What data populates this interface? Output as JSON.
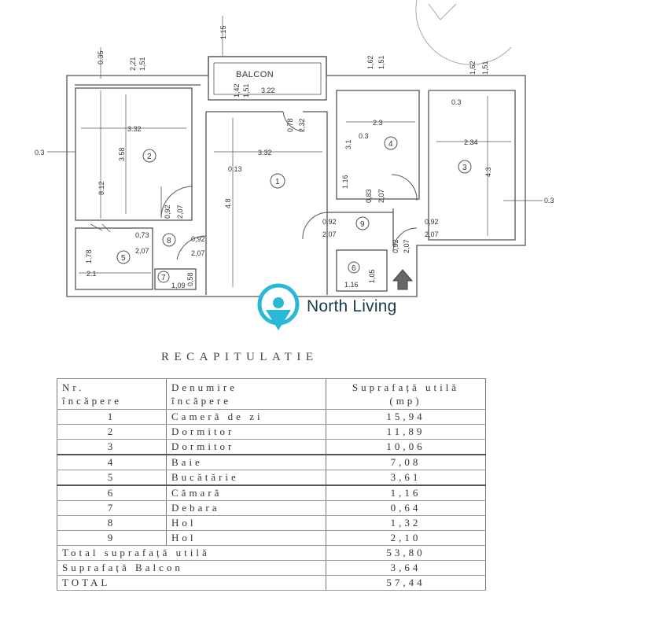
{
  "brand": {
    "name": "North Living",
    "color": "#29b8d8"
  },
  "floor_plan": {
    "balcony_label": "BALCON",
    "room_numbers": [
      "1",
      "2",
      "3",
      "4",
      "5",
      "6",
      "7",
      "8",
      "9"
    ],
    "dimensions": {
      "d221": "2,21",
      "d151a": "1,51",
      "d035": "0.35",
      "d115": "1.15",
      "d162a": "1,62",
      "d151b": "1,51",
      "d162b": "1,62",
      "d151c": "1,51",
      "d322": "3.22",
      "d142": "1,42",
      "d151d": "1,51",
      "d332a": "3.32",
      "d358": "3.58",
      "d812": "8.12",
      "d03a": "0.3",
      "d078": "0,78",
      "d232": "2,32",
      "d332b": "3.32",
      "d013": "0.13",
      "d48": "4.8",
      "d23": "2.3",
      "d03b": "0.3",
      "d31": "3.1",
      "d234": "2.34",
      "d43": "4.3",
      "d03c": "0.3",
      "d03d": "0.3",
      "d116": "1.16",
      "d083": "0,83",
      "d207a": "2,07",
      "d092a": "0,92",
      "d207b": "2,07",
      "d092b": "0,92",
      "d207c": "2,07",
      "d092c": "0,92",
      "d207d": "2,07",
      "d092d": "0,92",
      "d207e": "2,07",
      "d073": "0,73",
      "d207f": "2,07",
      "d092e": "0,92",
      "d207g": "2,07",
      "d178": "1.78",
      "d21": "2.1",
      "d109": "1,09",
      "d058": "0,58",
      "d116b": "1.16",
      "d105": "1,05"
    }
  },
  "recap": {
    "title": "RECAPITULATIE",
    "headers": {
      "nr_line1": "Nr.",
      "nr_line2": "încăpere",
      "den_line1": "Denumire",
      "den_line2": "încăpere",
      "sup_line1": "Suprafață utilă",
      "sup_line2": "(mp)"
    },
    "rows": [
      {
        "nr": "1",
        "name": "Cameră de zi",
        "area": "15,94"
      },
      {
        "nr": "2",
        "name": "Dormitor",
        "area": "11,89"
      },
      {
        "nr": "3",
        "name": "Dormitor",
        "area": "10,06"
      },
      {
        "nr": "4",
        "name": "Baie",
        "area": "7,08"
      },
      {
        "nr": "5",
        "name": "Bucătărie",
        "area": "3,61"
      },
      {
        "nr": "6",
        "name": "Cămară",
        "area": "1,16"
      },
      {
        "nr": "7",
        "name": "Debara",
        "area": "0,64"
      },
      {
        "nr": "8",
        "name": "Hol",
        "area": "1,32"
      },
      {
        "nr": "9",
        "name": "Hol",
        "area": "2,10"
      }
    ],
    "totals": [
      {
        "label": "Total suprafață utilă",
        "value": "53,80"
      },
      {
        "label": "Suprafață Balcon",
        "value": "3,64"
      },
      {
        "label": "TOTAL",
        "value": "57,44"
      }
    ]
  }
}
